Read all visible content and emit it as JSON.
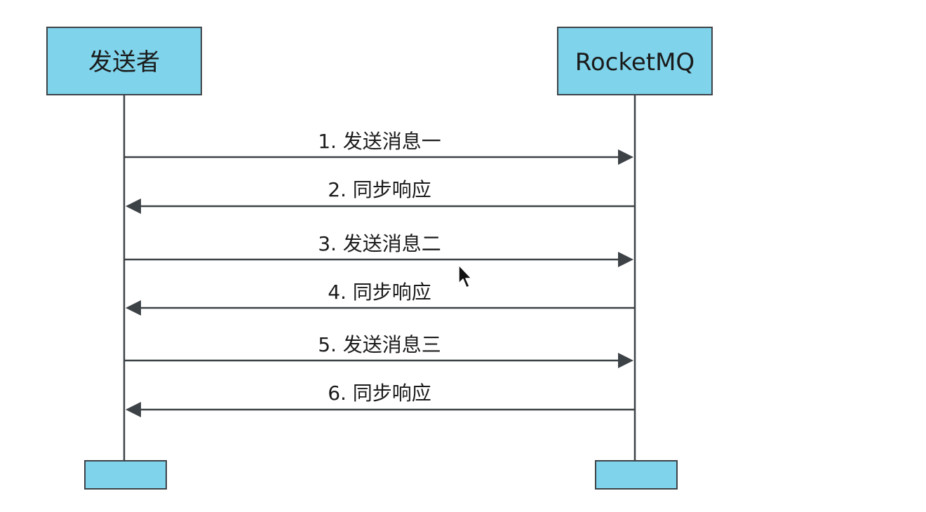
{
  "diagram": {
    "type": "sequence",
    "colors": {
      "box_fill": "#7fd3ea",
      "box_stroke": "#3d4247",
      "line": "#3d4247",
      "text": "#1a1a1a"
    },
    "participants": [
      {
        "id": "sender",
        "label": "发送者"
      },
      {
        "id": "rocketmq",
        "label": "RocketMQ"
      }
    ],
    "messages": [
      {
        "from": "sender",
        "to": "rocketmq",
        "label": "1. 发送消息一"
      },
      {
        "from": "rocketmq",
        "to": "sender",
        "label": "2. 同步响应"
      },
      {
        "from": "sender",
        "to": "rocketmq",
        "label": "3. 发送消息二"
      },
      {
        "from": "rocketmq",
        "to": "sender",
        "label": "4. 同步响应"
      },
      {
        "from": "sender",
        "to": "rocketmq",
        "label": "5. 发送消息三"
      },
      {
        "from": "rocketmq",
        "to": "sender",
        "label": "6. 同步响应"
      }
    ],
    "cursor": {
      "icon": "mouse-pointer-icon"
    }
  }
}
